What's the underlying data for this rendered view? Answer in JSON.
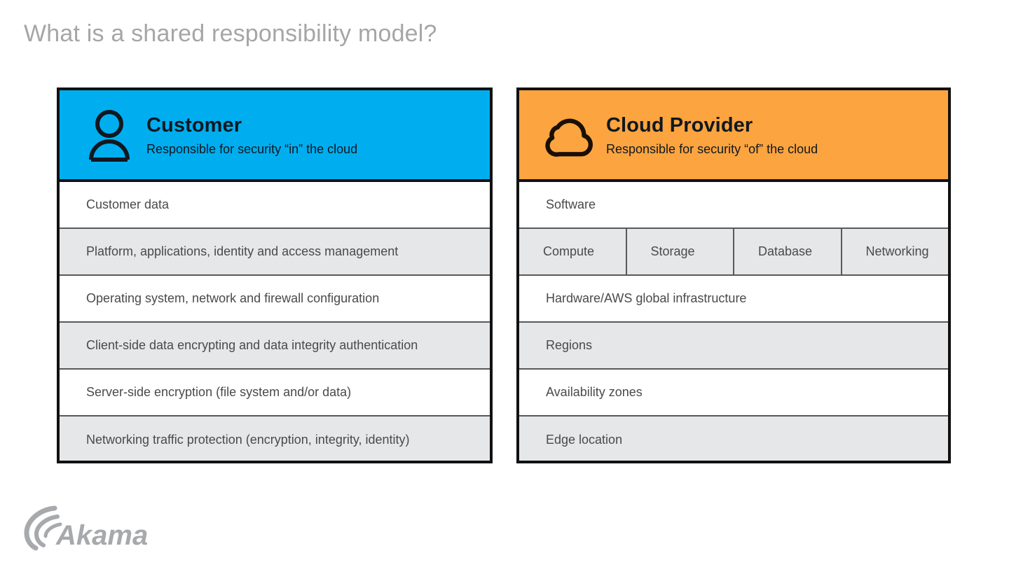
{
  "slide": {
    "title": "What is a shared responsibility model?",
    "title_color": "#a6a6a6"
  },
  "colors": {
    "customer_header_bg": "#00aeef",
    "provider_header_bg": "#fca43f",
    "row_alt_bg": "#e6e7e8",
    "row_bg": "#ffffff",
    "panel_border": "#111111",
    "row_divider": "#58595b",
    "row_text": "#4a4a4a",
    "header_text": "#101820",
    "logo": "#a7a9ac"
  },
  "panels": [
    {
      "id": "customer",
      "icon": "person-icon",
      "title": "Customer",
      "subtitle": "Responsible for security “in” the cloud",
      "rows": [
        {
          "label": "Customer data",
          "shade": "white"
        },
        {
          "label": "Platform, applications, identity and access management",
          "shade": "grey"
        },
        {
          "label": "Operating system, network and firewall configuration",
          "shade": "white"
        },
        {
          "label": "Client-side data encrypting and data integrity authentication",
          "shade": "grey"
        },
        {
          "label": "Server-side encryption (file system and/or data)",
          "shade": "white"
        },
        {
          "label": "Networking traffic protection (encryption, integrity, identity)",
          "shade": "grey"
        }
      ]
    },
    {
      "id": "provider",
      "icon": "cloud-icon",
      "title": "Cloud Provider",
      "subtitle": "Responsible for security “of” the cloud",
      "rows": [
        {
          "label": "Software",
          "shade": "white"
        },
        {
          "shade": "grey",
          "cells": [
            "Compute",
            "Storage",
            "Database",
            "Networking"
          ]
        },
        {
          "label": "Hardware/AWS global infrastructure",
          "shade": "white"
        },
        {
          "label": "Regions",
          "shade": "grey"
        },
        {
          "label": "Availability zones",
          "shade": "white"
        },
        {
          "label": "Edge location",
          "shade": "grey"
        }
      ]
    }
  ],
  "logo": {
    "name": "akamai-logo",
    "text": "Akamai"
  }
}
